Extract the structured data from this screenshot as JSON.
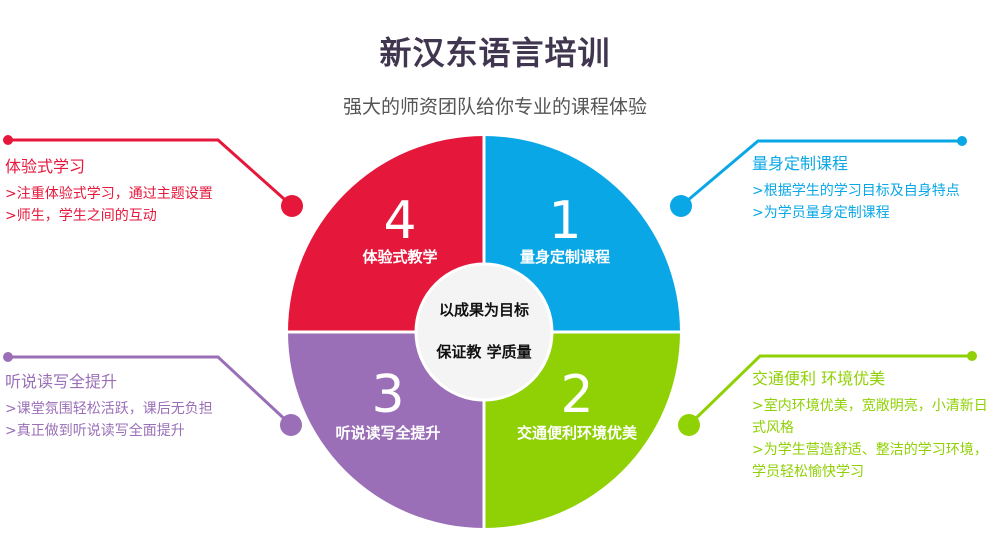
{
  "header": {
    "title": "新汉东语言培训",
    "subtitle": "强大的师资团队给你专业的课程体验"
  },
  "center": {
    "line1": "以成果为目标",
    "line2": "保证教 学质量"
  },
  "quadrants": [
    {
      "number": "1",
      "label": "量身定制课程",
      "color": "#0aa7e6"
    },
    {
      "number": "2",
      "label": "交通便利环境优美",
      "color": "#8fd104"
    },
    {
      "number": "3",
      "label": "听说读写全提升",
      "color": "#9a6fb7"
    },
    {
      "number": "4",
      "label": "体验式教学",
      "color": "#e5173b"
    }
  ],
  "panels": {
    "top_right": {
      "heading": "量身定制课程",
      "lines": [
        ">根据学生的学习目标及自身特点",
        ">为学员量身定制课程"
      ]
    },
    "bottom_right": {
      "heading": "交通便利 环境优美",
      "lines": [
        ">室内环境优美，宽敞明亮，小清新日式风格",
        ">为学生营造舒适、整洁的学习环境，学员轻松愉快学习"
      ]
    },
    "bottom_left": {
      "heading": "听说读写全提升",
      "lines": [
        ">课堂氛围轻松活跃，课后无负担",
        ">真正做到听说读写全面提升"
      ]
    },
    "top_left": {
      "heading": "体验式学习",
      "lines": [
        ">注重体验式学习，通过主题设置",
        ">师生，学生之间的互动"
      ]
    }
  }
}
